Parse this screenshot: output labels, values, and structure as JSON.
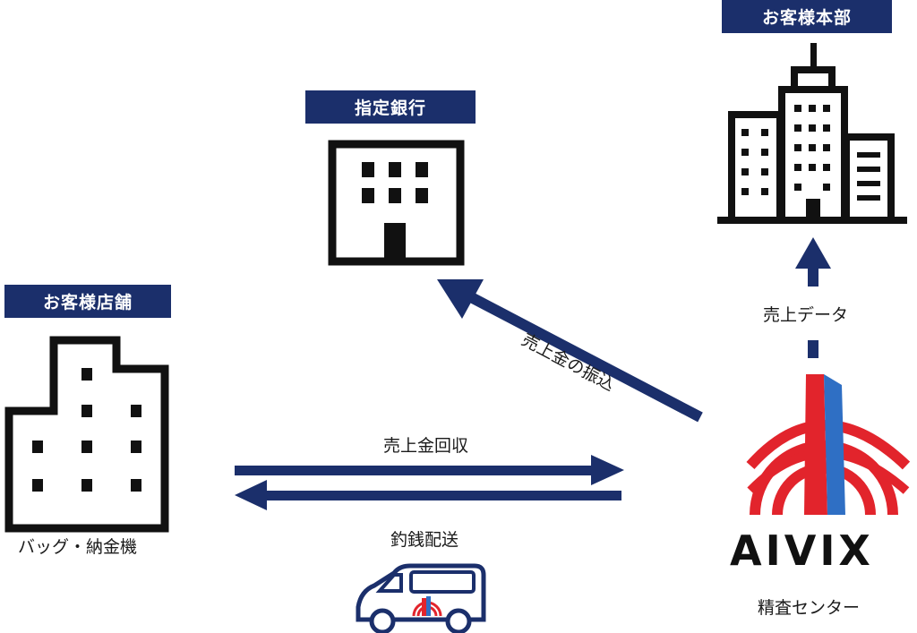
{
  "tags": {
    "store": "お客様店舗",
    "bank": "指定銀行",
    "hq": "お客様本部"
  },
  "labels": {
    "bag": "バッグ・納金機",
    "collect": "売上金回収",
    "change": "釣銭配送",
    "transfer": "売上金の振込",
    "data": "売上データ",
    "center": "精査センター"
  },
  "logo": {
    "text": "AIVIX"
  },
  "colors": {
    "navy": "#1b2f6b",
    "tag_bg": "#1b2f6b",
    "logo_red": "#e2242c",
    "logo_blue": "#2f6fc4",
    "icon": "#111111"
  }
}
